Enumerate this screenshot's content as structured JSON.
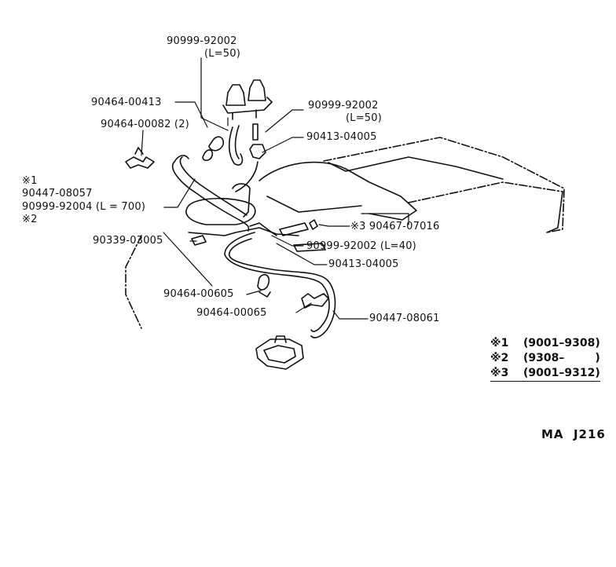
{
  "labels": {
    "l1a": "90999-92002",
    "l1b": "(L=50)",
    "l2": "90464-00413",
    "l3": "90464-00082 (2)",
    "l4a": "90999-92002",
    "l4b": "(L=50)",
    "l5": "90413-04005",
    "l6a": "※1",
    "l6b": "90447-08057",
    "l6c": "90999-92004 (L = 700)",
    "l6d": "※2",
    "l7": "※3 90467-07016",
    "l8": "90339-03005",
    "l9": "90999-92002 (L=40)",
    "l10": "90413-04005",
    "l11": "90464-00605",
    "l12": "90464-00065",
    "l13": "90447-08061"
  },
  "legend": [
    {
      "key": "※1",
      "range": "(9001–9308)"
    },
    {
      "key": "※2",
      "range": "(9308–        )"
    },
    {
      "key": "※3",
      "range": "(9001–9312)"
    }
  ],
  "diagram_code": "MA  J216"
}
